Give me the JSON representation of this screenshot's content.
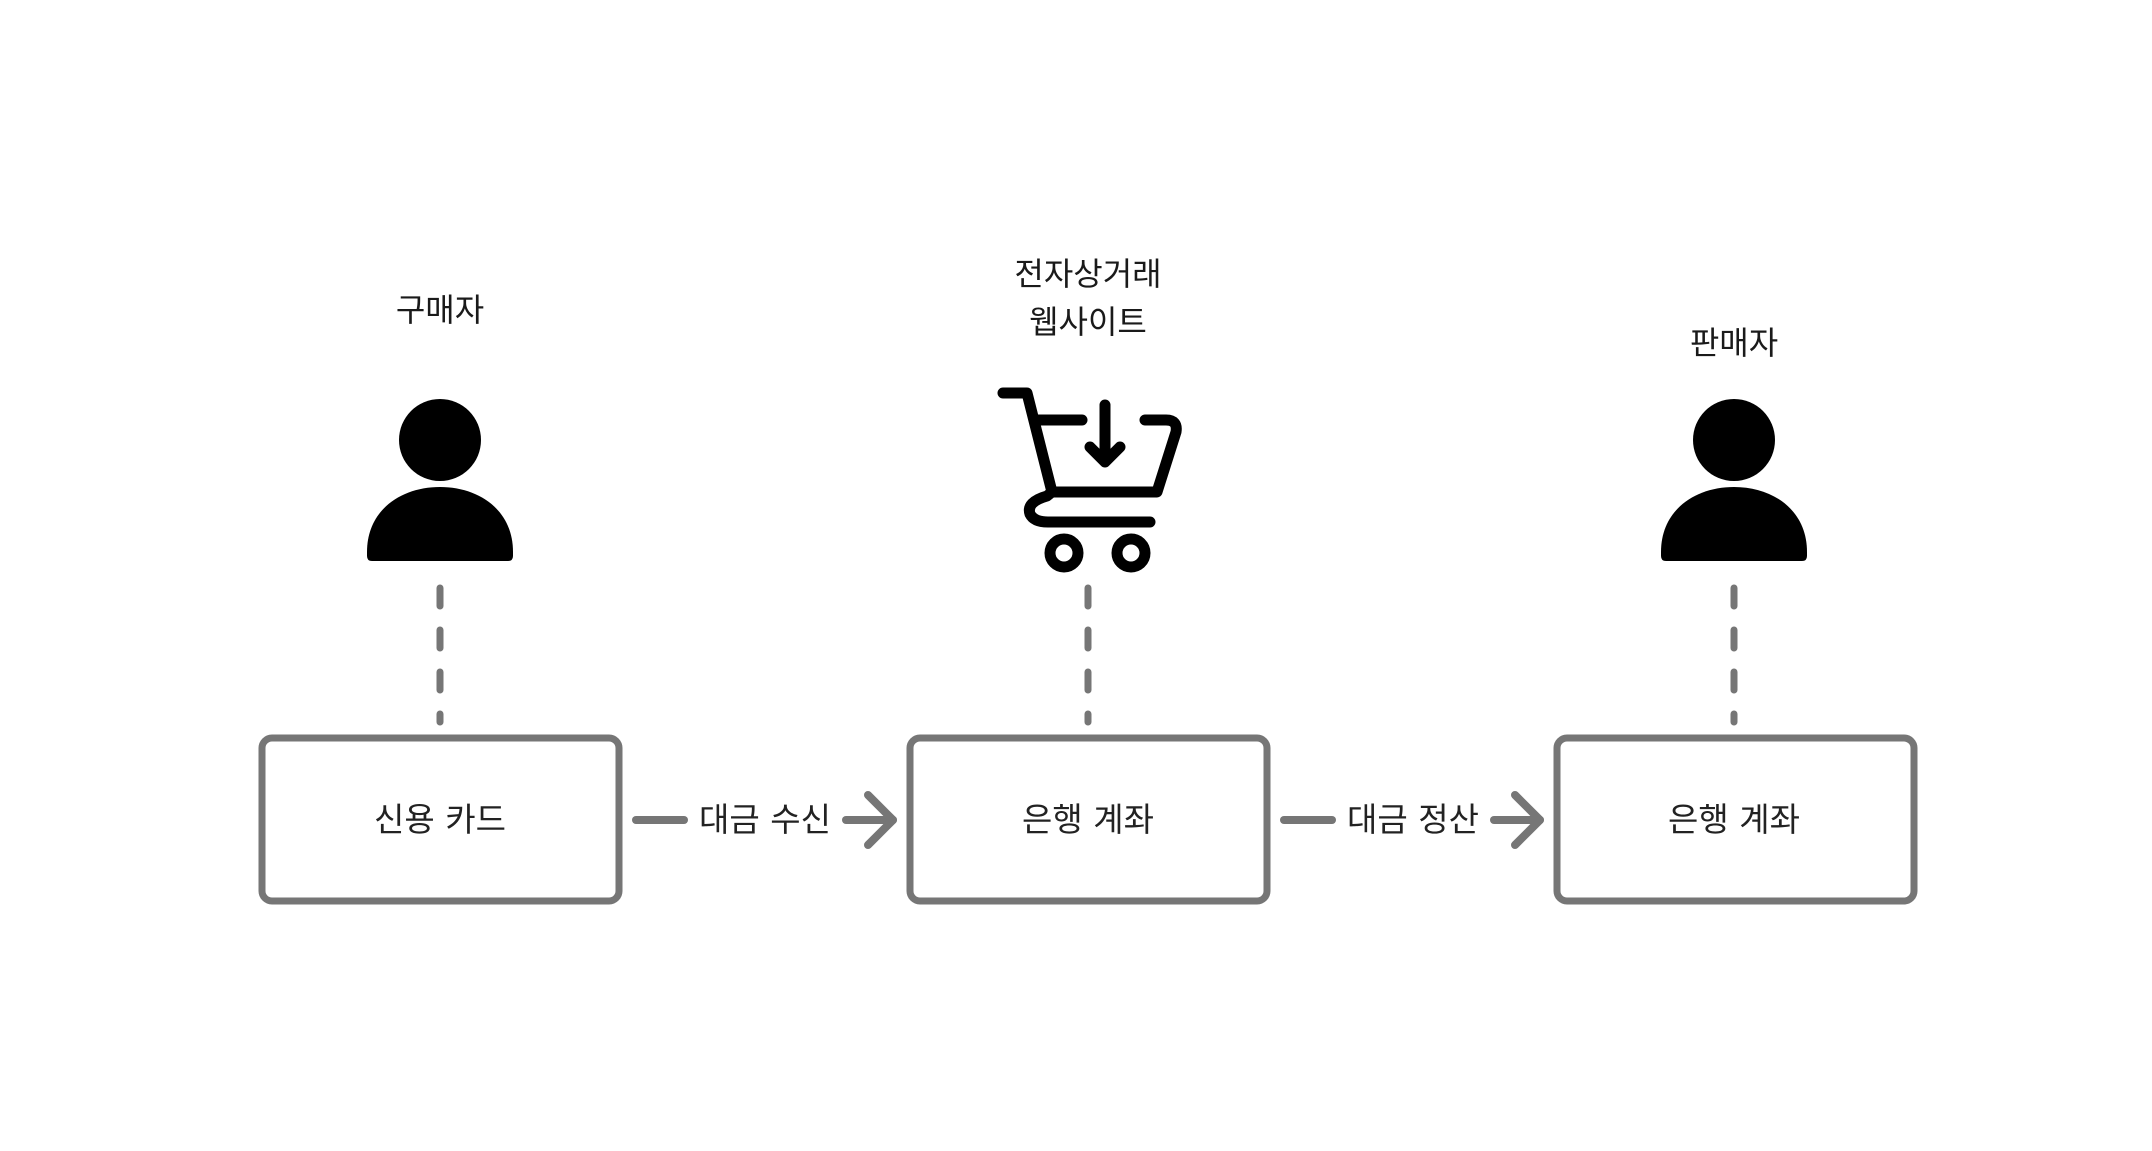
{
  "actors": {
    "buyer": {
      "label": "구매자",
      "icon": "person-icon"
    },
    "website": {
      "label_line1": "전자상거래",
      "label_line2": "웹사이트",
      "icon": "shopping-cart-download-icon"
    },
    "seller": {
      "label": "판매자",
      "icon": "person-icon"
    }
  },
  "boxes": {
    "credit_card": "신용 카드",
    "website_account": "은행 계좌",
    "seller_account": "은행 계좌"
  },
  "flows": {
    "receive_payment": "대금 수신",
    "settle_payment": "대금 정산"
  },
  "colors": {
    "icon": "#000000",
    "box_border": "#767676",
    "connector": "#767676",
    "text": "#1a1a1a"
  }
}
